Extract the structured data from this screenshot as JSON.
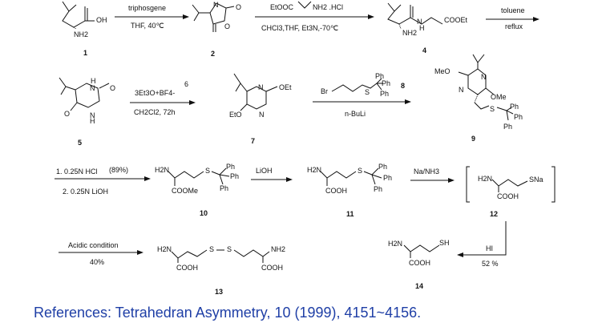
{
  "compounds": [
    {
      "id": "1",
      "groups": [
        "OH",
        "NH2"
      ]
    },
    {
      "id": "2",
      "groups": [
        "N",
        "O",
        "O"
      ]
    },
    {
      "id": "4",
      "groups": [
        "N",
        "H",
        "COOEt",
        "NH2"
      ]
    },
    {
      "id": "5",
      "groups": [
        "H",
        "N",
        "O",
        "N",
        "H",
        "O"
      ]
    },
    {
      "id": "7",
      "groups": [
        "N",
        "OEt",
        "EtO",
        "N"
      ]
    },
    {
      "id": "9",
      "groups": [
        "MeO",
        "N",
        "N",
        "OMe",
        "S",
        "Ph",
        "Ph",
        "Ph"
      ]
    },
    {
      "id": "10",
      "groups": [
        "H2N",
        "S",
        "Ph",
        "Ph",
        "Ph",
        "COOMe"
      ]
    },
    {
      "id": "11",
      "groups": [
        "H2N",
        "S",
        "Ph",
        "Ph",
        "Ph",
        "COOH"
      ]
    },
    {
      "id": "12",
      "groups": [
        "H2N",
        "SNa",
        "COOH"
      ]
    },
    {
      "id": "13",
      "groups": [
        "H2N",
        "S",
        "S",
        "NH2",
        "COOH",
        "COOH"
      ]
    },
    {
      "id": "14",
      "groups": [
        "H2N",
        "SH",
        "COOH"
      ]
    },
    {
      "id": "8",
      "groups": [
        "Br",
        "S",
        "Ph",
        "Ph",
        "Ph"
      ]
    }
  ],
  "reactions": [
    {
      "above": "triphosgene",
      "below": "THF, 40℃"
    },
    {
      "above_left": "EtOOC",
      "above_right": "NH2 .HCl",
      "below": "CHCl3,THF, Et3N,-70℃"
    },
    {
      "above": "toluene",
      "below": "reflux"
    },
    {
      "above": "3Et3O+BF4-",
      "above_num": "6",
      "below": "CH2Cl2, 72h"
    },
    {
      "reagent_num": "8",
      "below": "n-BuLi"
    },
    {
      "line1": "1. 0.25N HCl",
      "line1_yield": "(89%)",
      "line2": "2. 0.25N LiOH"
    },
    {
      "above": "LiOH"
    },
    {
      "above": "Na/NH3"
    },
    {
      "above": "HI",
      "below": "52 %"
    },
    {
      "above": "Acidic condition",
      "below": "40%"
    }
  ],
  "reference": "References: Tetrahedran Asymmetry, 10 (1999), 4151~4156."
}
